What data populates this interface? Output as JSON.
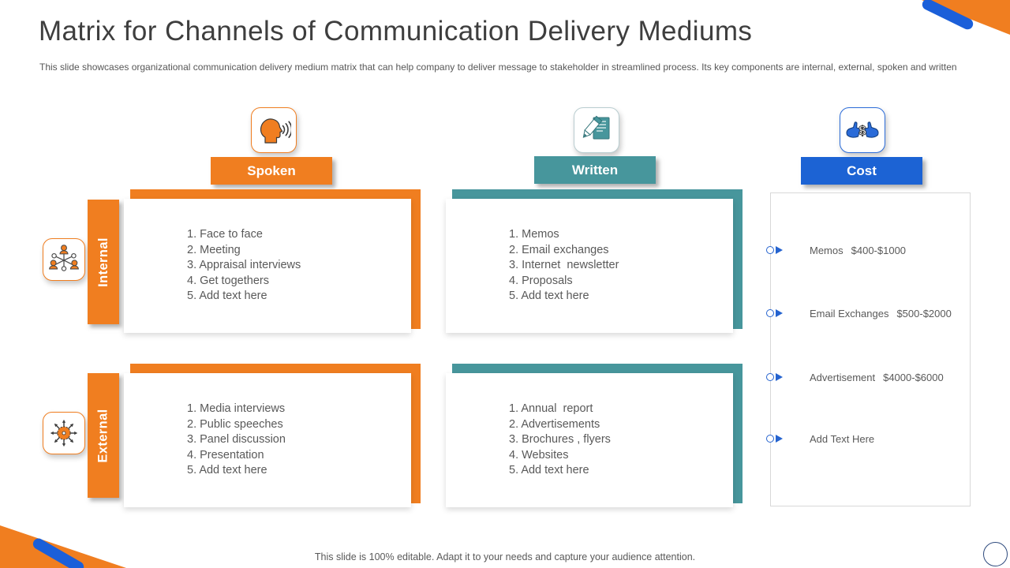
{
  "slide": {
    "title": "Matrix for Channels of Communication Delivery Mediums",
    "subtitle": "This slide showcases  organizational communication delivery medium matrix that can help company to deliver message to stakeholder in streamlined process. Its key  components are internal, external, spoken and written",
    "footer": "This slide is 100% editable. Adapt it to your  needs and capture your audience attention."
  },
  "colors": {
    "orange": "#f07e20",
    "teal": "#47969c",
    "blue": "#1c63d4",
    "bullet_blue": "#2563cf",
    "body_text": "#595959"
  },
  "columns": [
    {
      "id": "spoken",
      "label": "Spoken",
      "icon": "speaking-head-icon"
    },
    {
      "id": "written",
      "label": "Written",
      "icon": "pencil-document-icon"
    },
    {
      "id": "cost",
      "label": "Cost",
      "icon": "hands-dollar-icon"
    }
  ],
  "rows": [
    {
      "id": "internal",
      "label": "Internal",
      "icon": "people-network-icon"
    },
    {
      "id": "external",
      "label": "External",
      "icon": "radiating-arrows-icon"
    }
  ],
  "cells": {
    "spoken_internal": [
      "Face to face",
      "Meeting",
      "Appraisal interviews",
      "Get togethers",
      "Add text here"
    ],
    "written_internal": [
      "Memos",
      "Email exchanges",
      "Internet  newsletter",
      "Proposals",
      "Add text here"
    ],
    "spoken_external": [
      "Media interviews",
      "Public speeches",
      "Panel discussion",
      "Presentation",
      "Add text here"
    ],
    "written_external": [
      "Annual  report",
      "Advertisements",
      "Brochures , flyers",
      "Websites",
      "Add text here"
    ]
  },
  "cost_items": [
    {
      "label": "Memos",
      "range": "$400-$1000"
    },
    {
      "label": "Email Exchanges",
      "range": "$500-$2000"
    },
    {
      "label": "Advertisement",
      "range": "$4000-$6000"
    },
    {
      "label": "Add Text Here",
      "range": ""
    }
  ]
}
